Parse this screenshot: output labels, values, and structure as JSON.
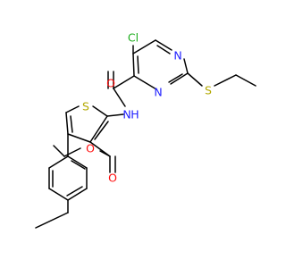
{
  "molecule": {
    "atom_labels": {
      "cl": "Cl",
      "n_top": "N",
      "n_bottom": "N",
      "s_ethyl": "S",
      "o_amide": "O",
      "nh": "N",
      "h": "H",
      "s_thiophene": "S",
      "o_ester_single": "O",
      "o_ester_double": "O"
    },
    "colors": {
      "bond": "#000000",
      "nitrogen": "#1f1fff",
      "oxygen": "#ff0d0d",
      "sulfur": "#b2a800",
      "chlorine": "#1fae1f",
      "hydrogen": "#1f1fff"
    }
  }
}
